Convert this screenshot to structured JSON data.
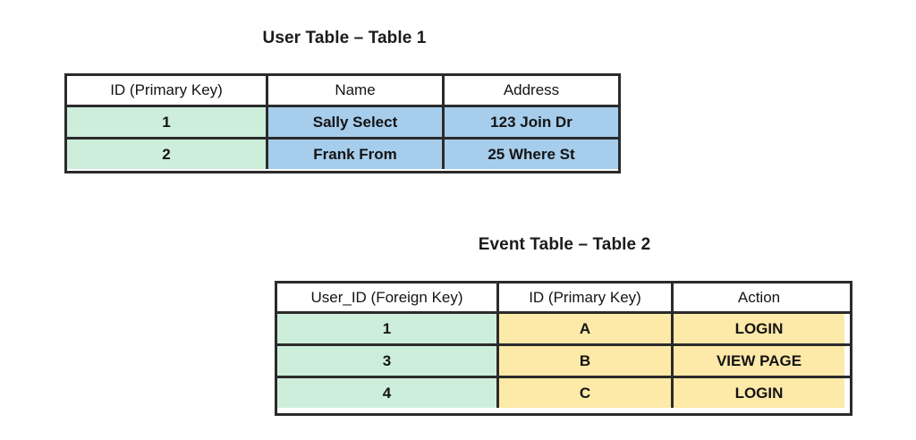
{
  "diagram": {
    "background_color": "#ffffff",
    "border_color": "#2b2b2b",
    "fill_colors": {
      "key_column": "#cdeedb",
      "user_data": "#a6cdec",
      "event_data": "#fde9a8",
      "header": "#ffffff"
    }
  },
  "tables": [
    {
      "id": "user-table",
      "title": "User Table – Table 1",
      "columns": [
        "ID (Primary Key)",
        "Name",
        "Address"
      ],
      "column_fills": [
        "#cdeedb",
        "#a6cdec",
        "#a6cdec"
      ],
      "rows": [
        [
          "1",
          "Sally Select",
          "123 Join Dr"
        ],
        [
          "2",
          "Frank From",
          "25 Where St"
        ]
      ]
    },
    {
      "id": "event-table",
      "title": "Event Table – Table 2",
      "columns": [
        "User_ID (Foreign Key)",
        "ID (Primary Key)",
        "Action"
      ],
      "column_fills": [
        "#cdeedb",
        "#fde9a8",
        "#fde9a8"
      ],
      "rows": [
        [
          "1",
          "A",
          "LOGIN"
        ],
        [
          "3",
          "B",
          "VIEW PAGE"
        ],
        [
          "4",
          "C",
          "LOGIN"
        ]
      ]
    }
  ]
}
